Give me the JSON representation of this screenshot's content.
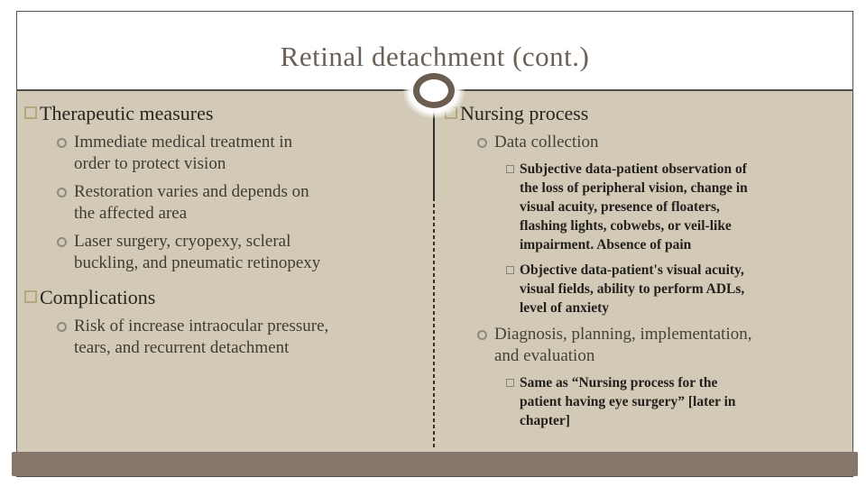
{
  "slide": {
    "title": "Retinal detachment (cont.)",
    "theme": {
      "page_background": "#ffffff",
      "content_background": "#d2cab7",
      "footer_bar_color": "#84766a",
      "frame_border_color": "#55524d",
      "title_color": "#6c6054",
      "heading_text_color": "#27251f",
      "body_text_color": "#403b34",
      "detail_text_color": "#23211d",
      "level1_bullet_color": "#b3a77f",
      "level2_bullet_color": "#8f8a80",
      "level3_bullet_color": "#87827a",
      "ring_ornament_color": "#6b5d50",
      "divider_color": "#33302a"
    },
    "icons": {
      "bullet_level1": "square-outline",
      "bullet_level2": "circle-outline",
      "bullet_level3": "small-square-outline",
      "ornament": "ring-circle"
    },
    "left": {
      "sections": [
        {
          "heading": "Therapeutic measures",
          "items": [
            {
              "lines": [
                "Immediate medical treatment in",
                "order to protect vision"
              ]
            },
            {
              "lines": [
                "Restoration varies and depends on",
                "the affected area"
              ]
            },
            {
              "lines": [
                "Laser surgery, cryopexy, scleral",
                "buckling, and pneumatic retinopexy"
              ]
            }
          ]
        },
        {
          "heading": "Complications",
          "items": [
            {
              "lines": [
                "Risk of increase intraocular pressure,",
                "tears, and recurrent detachment"
              ]
            }
          ]
        }
      ]
    },
    "right": {
      "sections": [
        {
          "heading": "Nursing process",
          "items": [
            {
              "lines": [
                "Data collection"
              ],
              "subitems": [
                {
                  "lines": [
                    "Subjective data-patient observation of",
                    "the loss of peripheral vision, change in",
                    "visual acuity, presence of floaters,",
                    "flashing lights, cobwebs, or veil-like",
                    "impairment. Absence of pain"
                  ]
                },
                {
                  "lines": [
                    "Objective data-patient's visual acuity,",
                    "visual fields, ability to perform ADLs,",
                    "level of anxiety"
                  ]
                }
              ]
            },
            {
              "lines": [
                "Diagnosis, planning, implementation,",
                "and evaluation"
              ],
              "subitems": [
                {
                  "lines": [
                    "Same as “Nursing process for the",
                    "patient having eye surgery” [later in",
                    "chapter]"
                  ]
                }
              ]
            }
          ]
        }
      ]
    }
  }
}
